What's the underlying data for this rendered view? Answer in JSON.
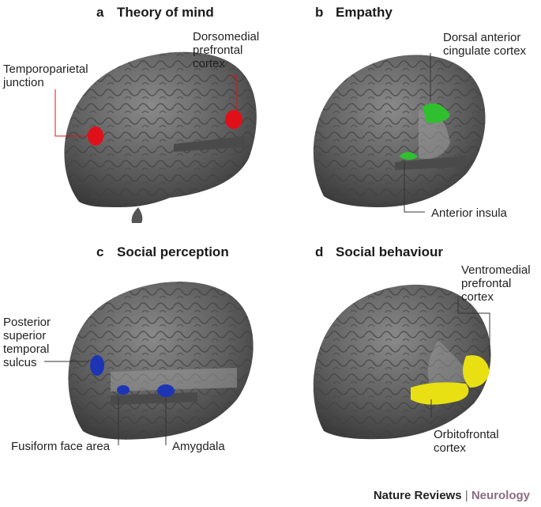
{
  "colors": {
    "theory_of_mind": "#e0101a",
    "empathy": "#2fbf2f",
    "social_perception": "#1d35b5",
    "social_behaviour": "#e8e012",
    "brain": "#6b6b6b",
    "line": "#333333"
  },
  "panels": [
    {
      "letter": "a",
      "title": "Theory of mind",
      "labels": [
        "Temporoparietal\njunction",
        "Dorsomedial\nprefrontal\ncortex"
      ]
    },
    {
      "letter": "b",
      "title": "Empathy",
      "labels": [
        "Dorsal anterior\ncingulate cortex",
        "Anterior insula"
      ]
    },
    {
      "letter": "c",
      "title": "Social perception",
      "labels": [
        "Posterior\nsuperior\ntemporal\nsulcus",
        "Fusiform face area",
        "Amygdala"
      ]
    },
    {
      "letter": "d",
      "title": "Social behaviour",
      "labels": [
        "Ventromedial\nprefrontal\ncortex",
        "Orbitofrontal\ncortex"
      ]
    }
  ],
  "credit": {
    "publisher": "Nature Reviews",
    "separator": "|",
    "journal": "Neurology"
  }
}
